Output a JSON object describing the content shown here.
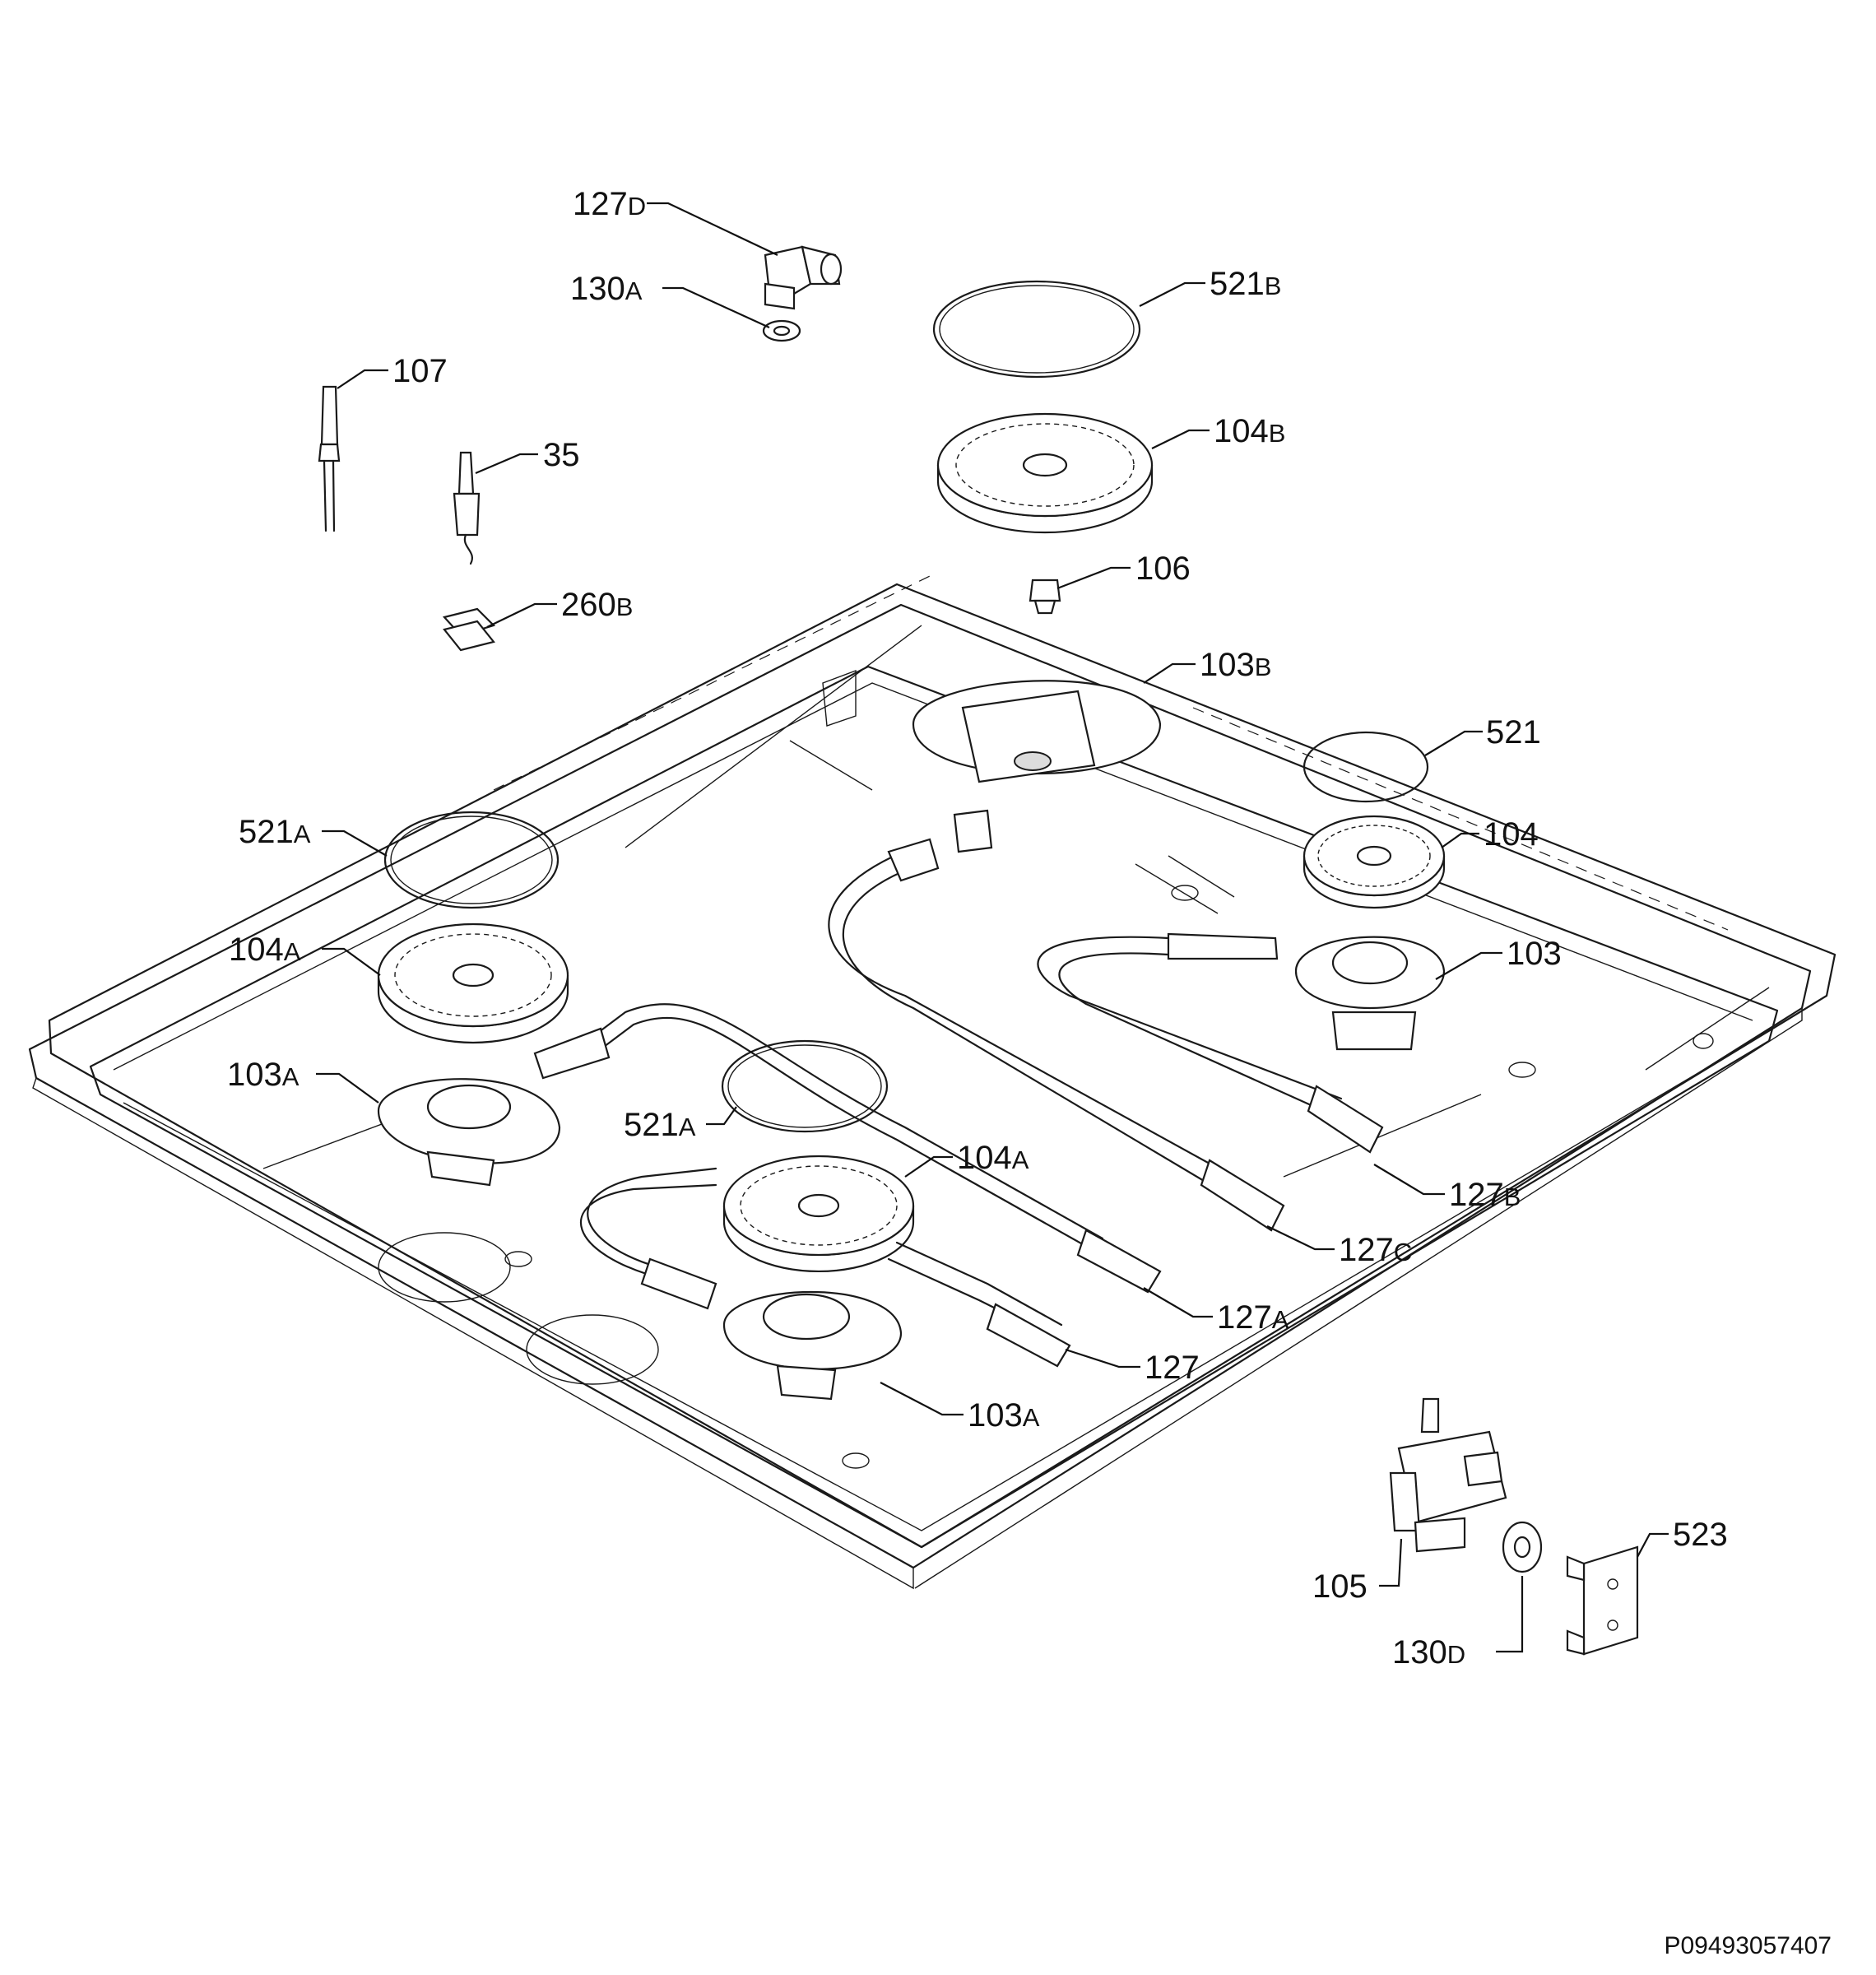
{
  "labels": {
    "l127d": {
      "num": "127",
      "suf": "D"
    },
    "l130a": {
      "num": "130",
      "suf": "A"
    },
    "l107": {
      "num": "107",
      "suf": ""
    },
    "l35": {
      "num": "35",
      "suf": ""
    },
    "l260b": {
      "num": "260",
      "suf": "B"
    },
    "l521b": {
      "num": "521",
      "suf": "B"
    },
    "l104b": {
      "num": "104",
      "suf": "B"
    },
    "l106": {
      "num": "106",
      "suf": ""
    },
    "l103b": {
      "num": "103",
      "suf": "B"
    },
    "l521": {
      "num": "521",
      "suf": ""
    },
    "l104": {
      "num": "104",
      "suf": ""
    },
    "l103": {
      "num": "103",
      "suf": ""
    },
    "l521a1": {
      "num": "521",
      "suf": "A"
    },
    "l104a1": {
      "num": "104",
      "suf": "A"
    },
    "l103a1": {
      "num": "103",
      "suf": "A"
    },
    "l521a2": {
      "num": "521",
      "suf": "A"
    },
    "l104a2": {
      "num": "104",
      "suf": "A"
    },
    "l127b": {
      "num": "127",
      "suf": "B"
    },
    "l127c": {
      "num": "127",
      "suf": "C"
    },
    "l127a": {
      "num": "127",
      "suf": "A"
    },
    "l127": {
      "num": "127",
      "suf": ""
    },
    "l103a2": {
      "num": "103",
      "suf": "A"
    },
    "l105": {
      "num": "105",
      "suf": ""
    },
    "l130d": {
      "num": "130",
      "suf": "D"
    },
    "l523": {
      "num": "523",
      "suf": ""
    }
  },
  "drawing_code": "P09493057407"
}
